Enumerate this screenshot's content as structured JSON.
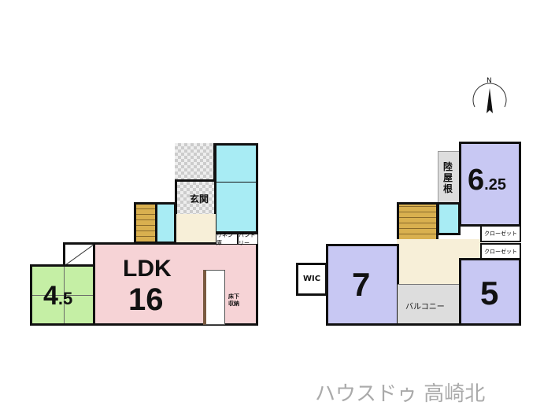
{
  "floor1": {
    "entrance": "玄関",
    "linen": "リネン庫",
    "pantry": "パントリー",
    "ldk_label": "LDK",
    "ldk_size": "16",
    "underfloor": "床下収納",
    "japanese_int": "4",
    "japanese_dec": ".5"
  },
  "floor2": {
    "wic": "WIC",
    "room_a": "7",
    "room_b_int": "6",
    "room_b_dec": ".25",
    "room_c": "5",
    "roof": "陸屋根",
    "closet1": "クローゼット",
    "closet2": "クローゼット",
    "balcony": "バルコニー"
  },
  "compass": "N",
  "brand": {
    "name": "ハウスドゥ",
    "suffix": "高崎北"
  },
  "colors": {
    "ldk": "#f6d3d6",
    "tatami": "#c5efa5",
    "bedroom": "#c8c8f3",
    "wet": "#a8ecf4",
    "hall": "#f7efd8"
  }
}
